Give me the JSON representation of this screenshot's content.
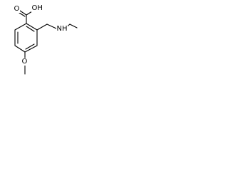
{
  "molecule": {
    "atom_labels": {
      "oh": "OH",
      "carbonyl_o": "O",
      "nh": "NH",
      "methoxy_o": "O"
    },
    "colors": {
      "bond": "#000000",
      "text": "#000000",
      "background": "#ffffff"
    }
  }
}
